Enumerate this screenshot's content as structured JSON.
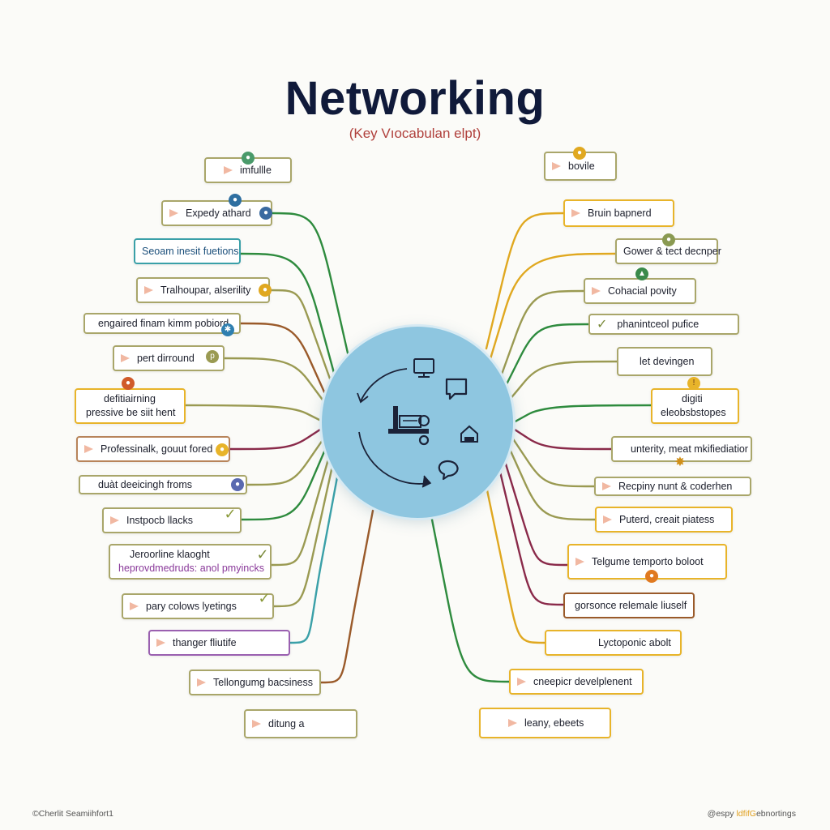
{
  "title": "Networking",
  "subtitle": "(Key Vıocabulan elpt)",
  "colors": {
    "hub": "#8ec6e0",
    "green": "#2e8b3e",
    "olive": "#9a9a52",
    "brown": "#9a5a2a",
    "maroon": "#8a2a4a",
    "gold": "#e0a820",
    "teal": "#3aa0a8",
    "purple": "#9a60b0"
  },
  "hub_icons": [
    "monitor-icon",
    "chat-bubble-icon",
    "machine-icon",
    "gear-icon",
    "house-icon",
    "speech-bubble-icon"
  ],
  "left_nodes": [
    {
      "id": "l1",
      "text": "imfullle"
    },
    {
      "id": "l2",
      "text": "Expedy athard"
    },
    {
      "id": "l3",
      "text": "Seoam inesit fuetions"
    },
    {
      "id": "l4",
      "text": "Tralhoupar, alserility"
    },
    {
      "id": "l5",
      "text": "engaired finam kimm pobiord"
    },
    {
      "id": "l6",
      "text": "pert dirround"
    },
    {
      "id": "l7",
      "text": "defitiairning",
      "text2": "pressive be siit hent"
    },
    {
      "id": "l8",
      "text": "Professinalk, gouut fored"
    },
    {
      "id": "l9",
      "text": "duàt deeicingh froms"
    },
    {
      "id": "l10",
      "text": "Instpocb llacks"
    },
    {
      "id": "l11",
      "text": "Jeroorline klaoght",
      "text2": "heprovdmedruds: anol pmyincks"
    },
    {
      "id": "l12",
      "text": "pary colows lyetings"
    },
    {
      "id": "l13",
      "text": "thanger fliutife"
    },
    {
      "id": "l14",
      "text": "Tellongumg bacsiness"
    },
    {
      "id": "l15",
      "text": "ditung a"
    }
  ],
  "right_nodes": [
    {
      "id": "r1",
      "text": "bovile"
    },
    {
      "id": "r2",
      "text": "Bruin bapnerd"
    },
    {
      "id": "r3",
      "text": "Gower & tect decnper"
    },
    {
      "id": "r4",
      "text": "Cohacial povity"
    },
    {
      "id": "r5",
      "text": "phanintceol pufice"
    },
    {
      "id": "r6",
      "text": "let devingen"
    },
    {
      "id": "r7",
      "text": "digiti",
      "text2": "eleobsbstopes"
    },
    {
      "id": "r8",
      "text": "unterity, meat mkifiediatior"
    },
    {
      "id": "r9",
      "text": "Recpiny nunt & coderhen"
    },
    {
      "id": "r10",
      "text": "Puterd, creait piatess"
    },
    {
      "id": "r11",
      "text": "Telgume temporto boloot"
    },
    {
      "id": "r12",
      "text": "gorsonce relemale liuself"
    },
    {
      "id": "r13",
      "text": "Lyctoponic abolt"
    },
    {
      "id": "r14",
      "text": "cneepicr develplenent"
    },
    {
      "id": "r15",
      "text": "leany, ebeets"
    }
  ],
  "footer_left": "©Cherlit Seamiihfort1",
  "footer_right_prefix": "@espy ",
  "footer_right_highlight": "ldfifG",
  "footer_right_suffix": "ebnortings"
}
